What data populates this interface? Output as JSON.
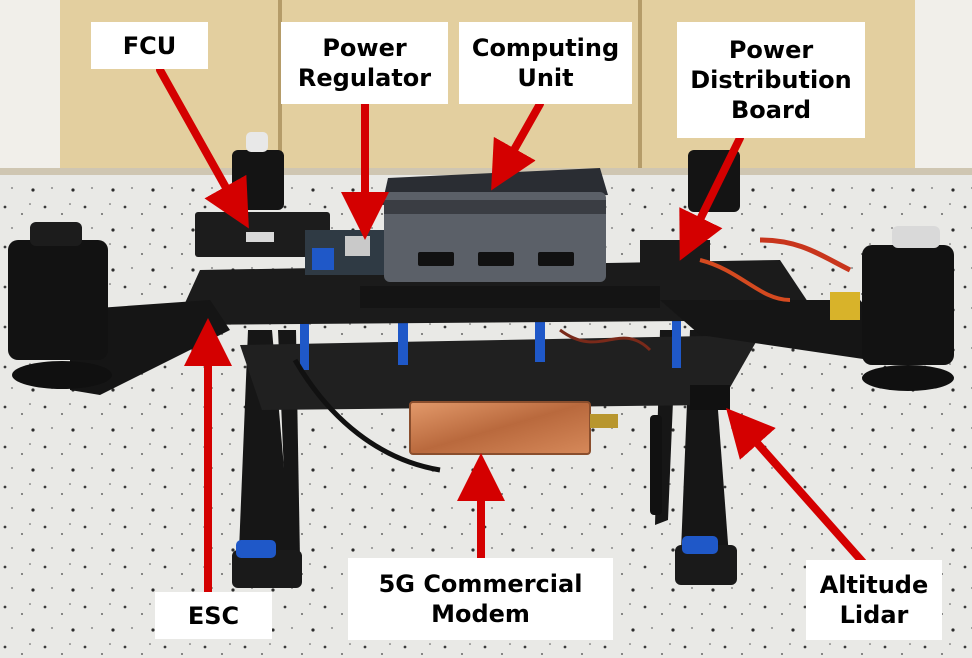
{
  "labels": {
    "fcu": [
      "FCU"
    ],
    "power_regulator": [
      "Power",
      "Regulator"
    ],
    "computing_unit": [
      "Computing",
      "Unit"
    ],
    "pdb": [
      "Power",
      "Distribution",
      "Board"
    ],
    "esc": [
      "ESC"
    ],
    "modem": [
      "5G Commercial",
      "Modem"
    ],
    "lidar": [
      "Altitude",
      "Lidar"
    ]
  },
  "colors": {
    "arrow": "#d40000",
    "label_bg": "#ffffff",
    "wall": "#e3cf9f",
    "floor": "#e9e9e6",
    "frame": "#1b1b1b",
    "accent_blue": "#1f58c8",
    "copper": "#c9784a",
    "computer": "#5b6068"
  }
}
